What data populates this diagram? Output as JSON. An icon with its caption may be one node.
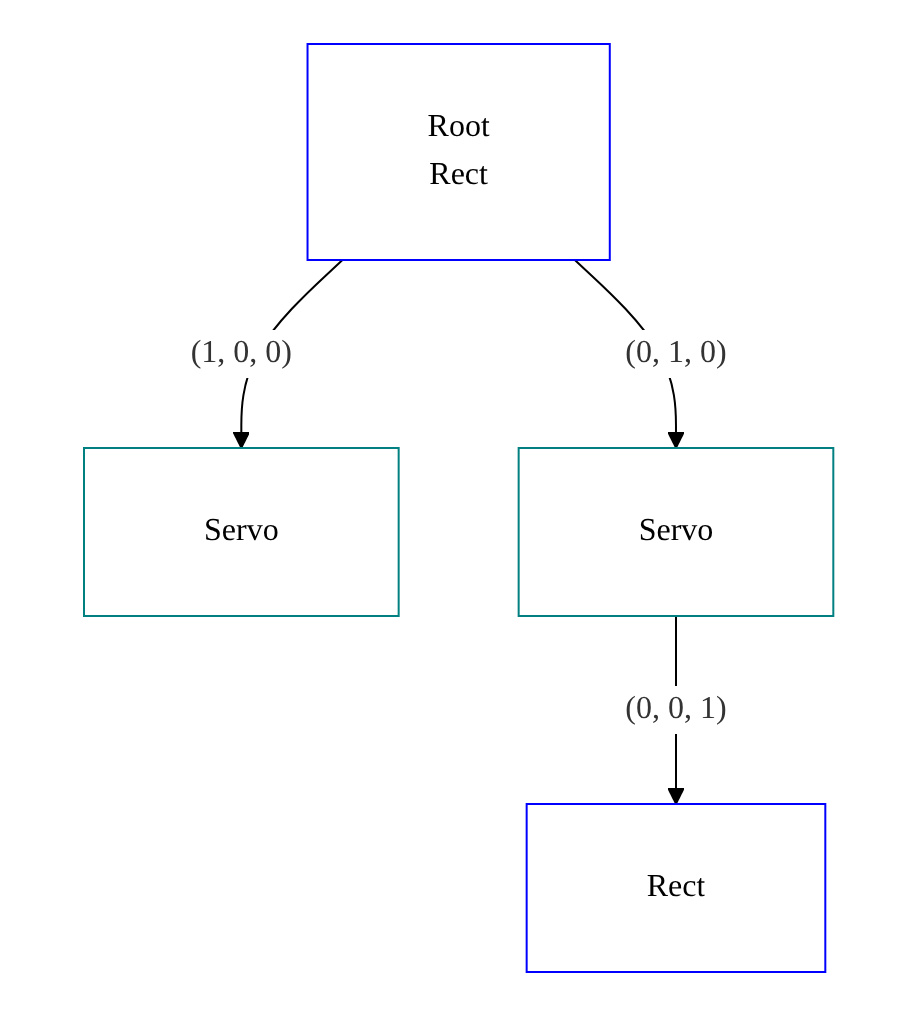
{
  "diagram": {
    "nodes": [
      {
        "text": [
          "Root",
          "Rect"
        ]
      },
      {
        "text": [
          "Servo"
        ]
      },
      {
        "text": [
          "Servo"
        ]
      },
      {
        "text": [
          "Rect"
        ]
      }
    ],
    "edges": [
      {
        "from": 0,
        "to": 1,
        "arrow": "to",
        "label": "(1, 0, 0)"
      },
      {
        "from": 0,
        "to": 2,
        "arrow": "to",
        "label": "(0, 1, 0)"
      },
      {
        "from": 2,
        "to": 3,
        "arrow": "to",
        "label": "(0, 0, 1)"
      }
    ]
  }
}
